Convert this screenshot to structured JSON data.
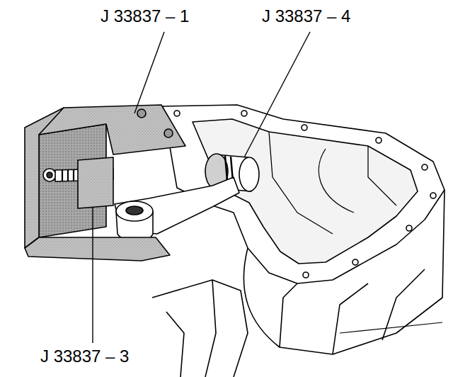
{
  "diagram": {
    "labels": [
      "J 33837 – 1",
      "J 33837 – 4",
      "J 33837 – 3"
    ]
  }
}
